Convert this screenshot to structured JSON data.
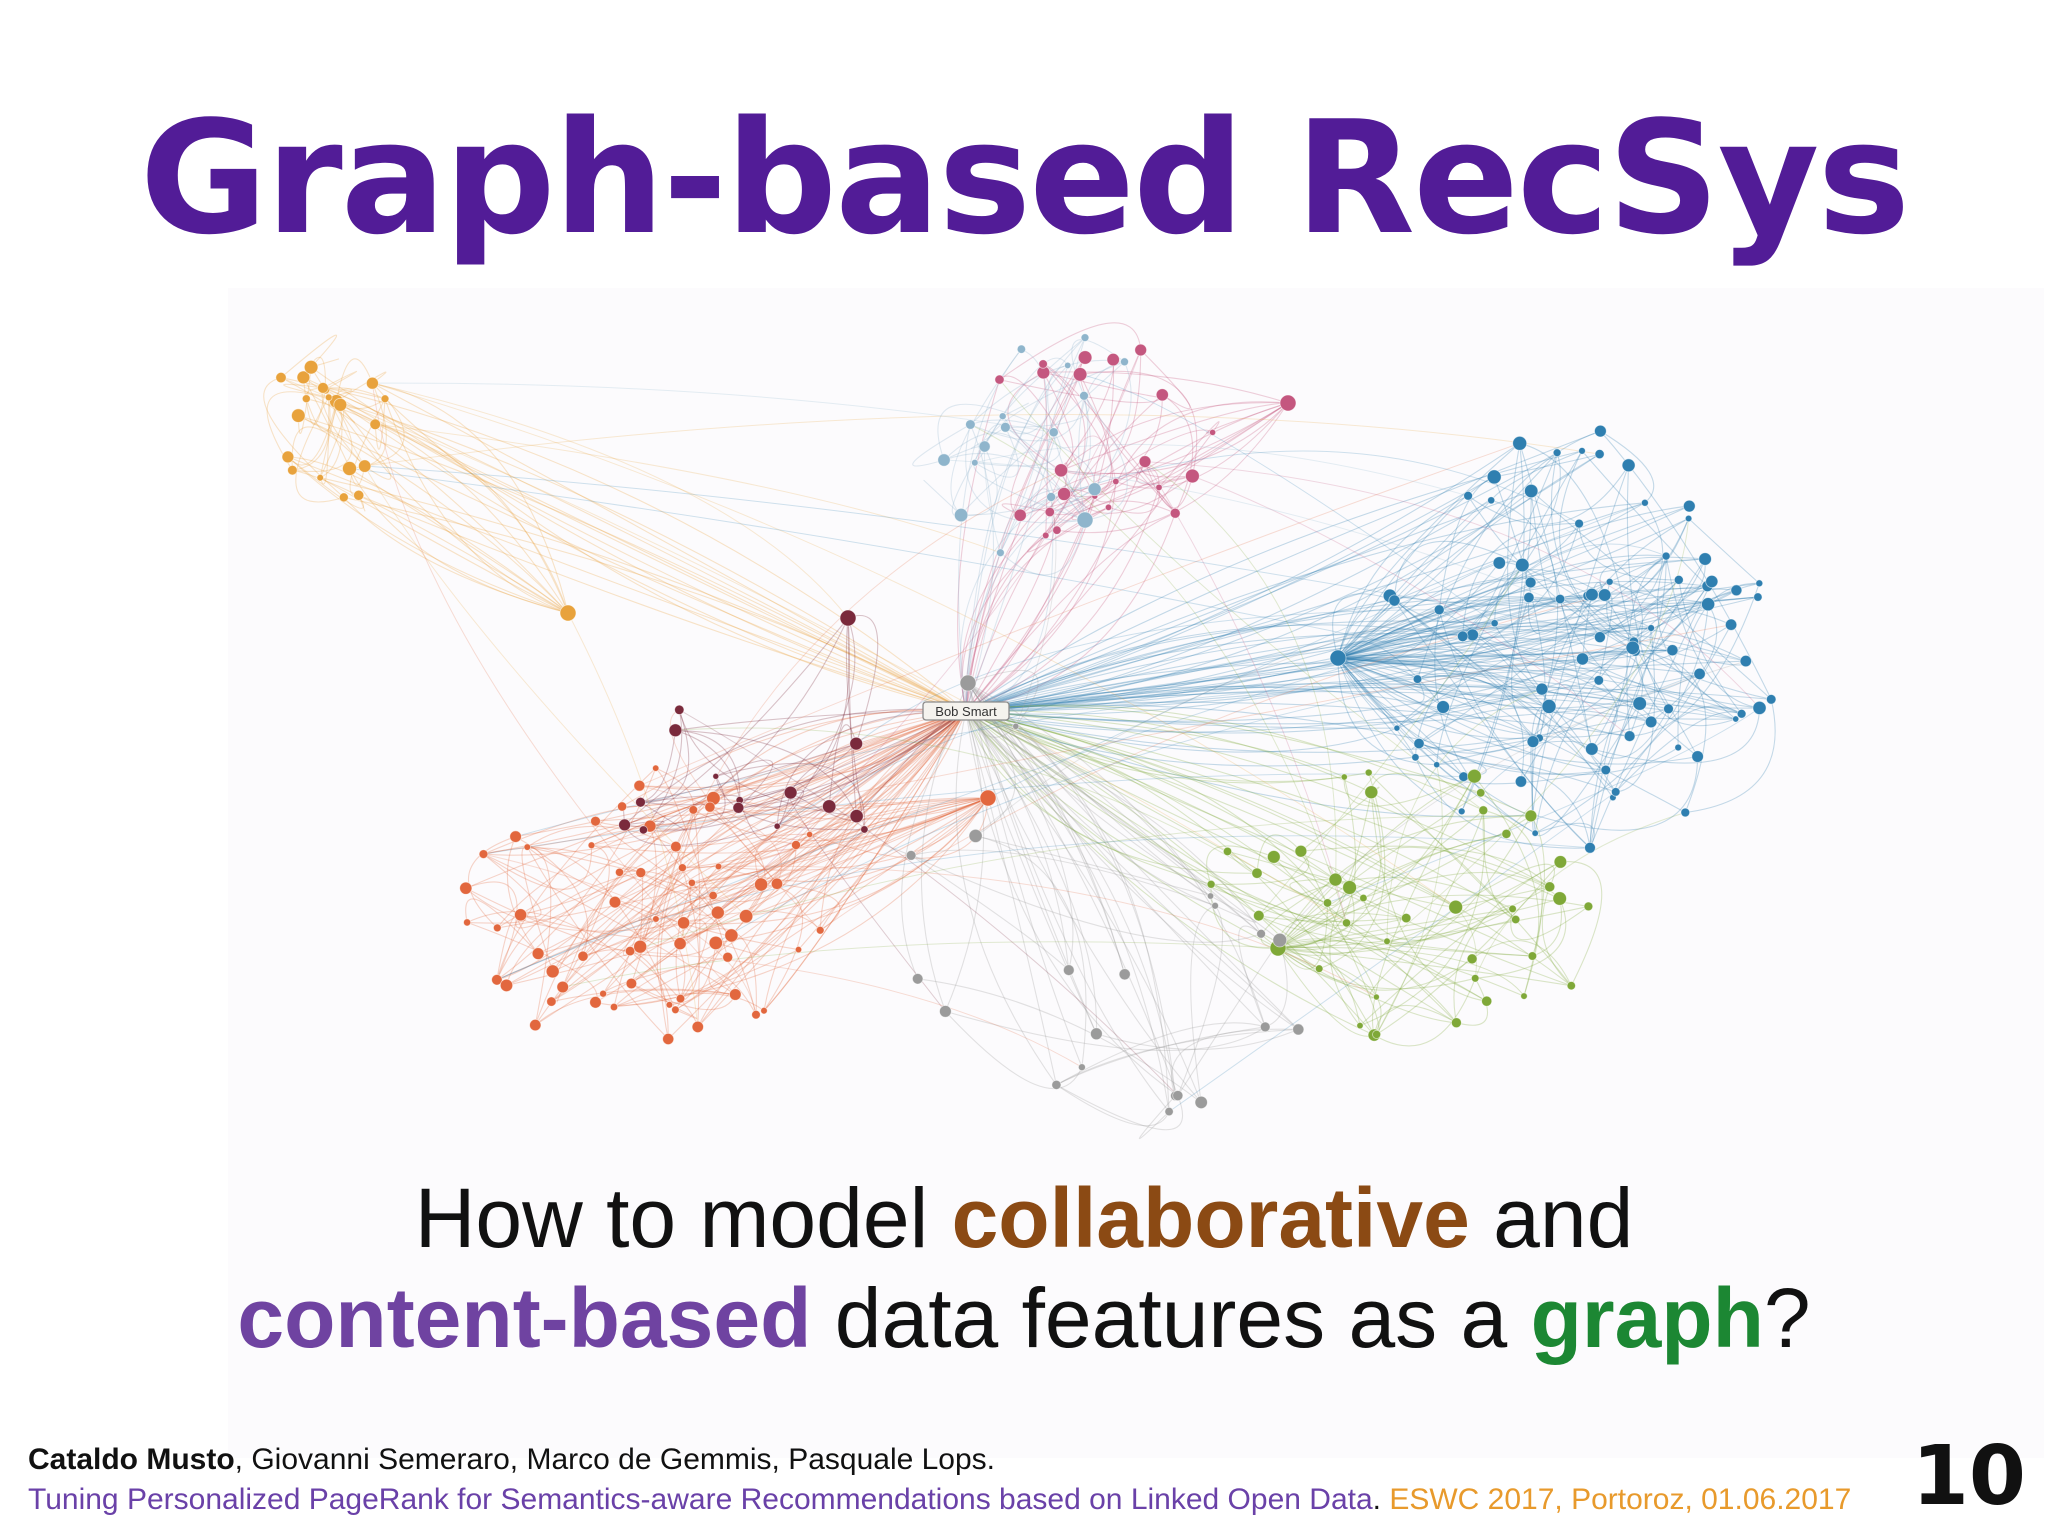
{
  "slide": {
    "title": "Graph-based RecSys",
    "graph_label": "Bob Smart",
    "question": {
      "part1": "How to model ",
      "collaborative": "collaborative",
      "part2": " and",
      "content_based": "content-based",
      "part3": " data features as a ",
      "graph": "graph",
      "part4": "?"
    },
    "footer": {
      "lead_author": "Cataldo Musto",
      "other_authors": ", Giovanni Semeraro, Marco de Gemmis, Pasquale Lops.",
      "paper_title": "Tuning Personalized PageRank for Semantics-aware Recommendations based on Linked Open Data",
      "separator": ". ",
      "venue": "ESWC 2017, Portoroz, 01.06.2017"
    },
    "page_number": "10"
  },
  "colors": {
    "title": "#521c97",
    "collaborative": "#8b4a14",
    "content_based": "#6f43a1",
    "graph": "#1c8733",
    "venue": "#e89a2c",
    "clusters": {
      "orange": "#e8a23c",
      "red_orange": "#e2673e",
      "dark_red": "#7a2a3c",
      "pink": "#c4577f",
      "light_blue": "#8fb5cc",
      "blue": "#2f7fb0",
      "green": "#7fa838",
      "gray": "#9b9b9b"
    }
  }
}
